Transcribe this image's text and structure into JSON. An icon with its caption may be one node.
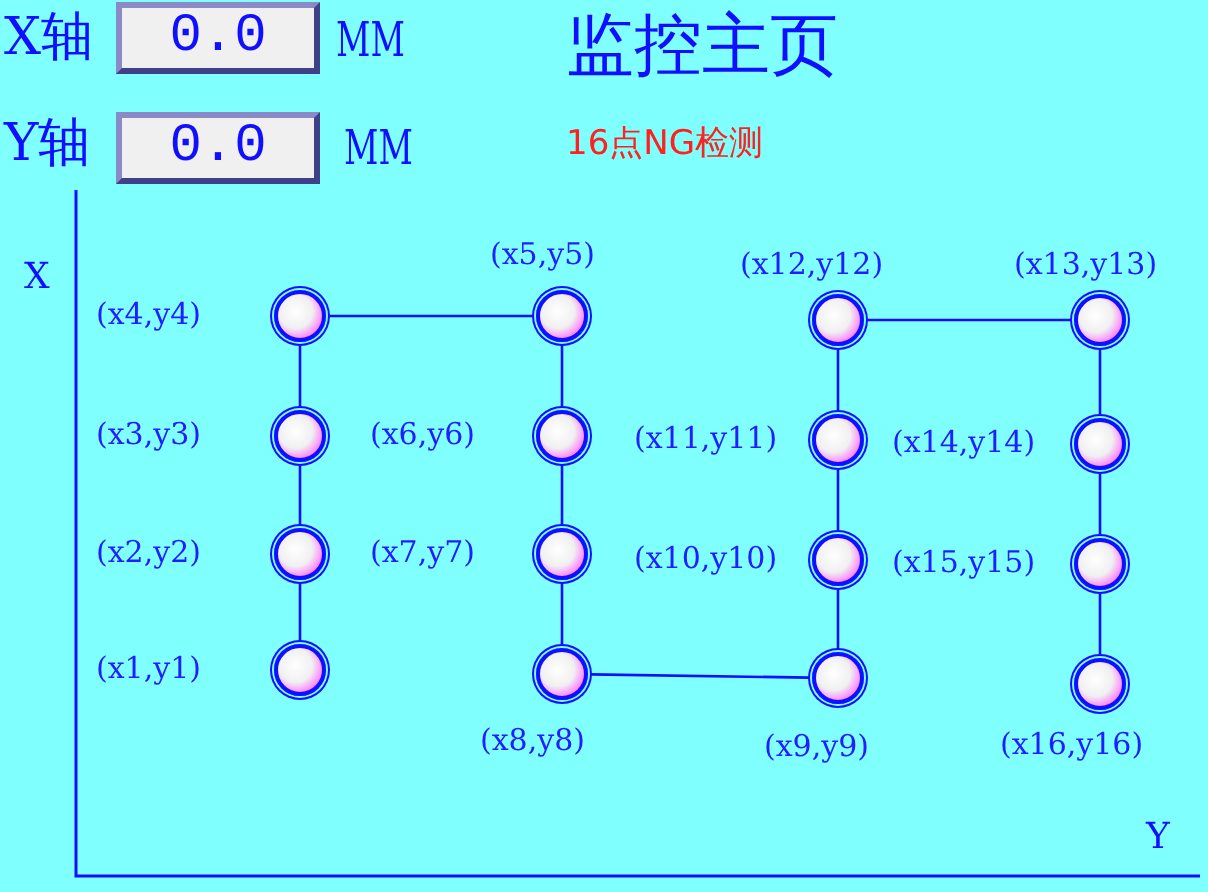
{
  "diagram": {
    "title": "监控主页",
    "nodes": [
      {
        "text": [
          "0.0"
        ]
      },
      {
        "text": [
          "0.0"
        ]
      },
      {
        "text": [],
        "shape": "circle",
        "beside": [
          "(x1,y1)"
        ]
      },
      {
        "text": [],
        "shape": "circle",
        "beside": [
          "(x2,y2)"
        ]
      },
      {
        "text": [],
        "shape": "circle",
        "beside": [
          "(x3,y3)"
        ]
      },
      {
        "text": [],
        "shape": "circle",
        "beside": [
          "(x4,y4)"
        ]
      },
      {
        "text": [],
        "shape": "circle",
        "beside": [
          "(x5,y5)"
        ]
      },
      {
        "text": [],
        "shape": "circle",
        "beside": [
          "(x6,y6)"
        ]
      },
      {
        "text": [],
        "shape": "circle",
        "beside": [
          "(x7,y7)"
        ]
      },
      {
        "text": [],
        "shape": "circle",
        "beside": [
          "(x8,y8)"
        ]
      },
      {
        "text": [],
        "shape": "circle",
        "beside": [
          "(x9,y9)"
        ]
      },
      {
        "text": [],
        "shape": "circle",
        "beside": [
          "(x10,y10)"
        ]
      },
      {
        "text": [],
        "shape": "circle",
        "beside": [
          "(x11,y11)"
        ]
      },
      {
        "text": [],
        "shape": "circle",
        "beside": [
          "(x12,y12)"
        ]
      },
      {
        "text": [],
        "shape": "circle",
        "beside": [
          "(x13,y13)"
        ]
      },
      {
        "text": [],
        "shape": "circle",
        "beside": [
          "(x14,y14)"
        ]
      },
      {
        "text": [],
        "shape": "circle",
        "beside": [
          "(x15,y15)"
        ]
      },
      {
        "text": [],
        "shape": "circle",
        "beside": [
          "(x16,y16)"
        ]
      }
    ],
    "edges": [
      {
        "from": 2,
        "to": 3,
        "arrow": "none"
      },
      {
        "from": 3,
        "to": 4,
        "arrow": "none"
      },
      {
        "from": 4,
        "to": 5,
        "arrow": "none"
      },
      {
        "from": 5,
        "to": 6,
        "arrow": "none"
      },
      {
        "from": 6,
        "to": 7,
        "arrow": "none"
      },
      {
        "from": 7,
        "to": 8,
        "arrow": "none"
      },
      {
        "from": 8,
        "to": 9,
        "arrow": "none"
      },
      {
        "from": 9,
        "to": 10,
        "arrow": "none"
      },
      {
        "from": 10,
        "to": 11,
        "arrow": "none"
      },
      {
        "from": 11,
        "to": 12,
        "arrow": "none"
      },
      {
        "from": 12,
        "to": 13,
        "arrow": "none"
      },
      {
        "from": 13,
        "to": 14,
        "arrow": "none"
      },
      {
        "from": 14,
        "to": 15,
        "arrow": "none"
      },
      {
        "from": 15,
        "to": 16,
        "arrow": "none"
      },
      {
        "from": 16,
        "to": 17,
        "arrow": "none"
      }
    ],
    "labels": [
      "X轴",
      "MM",
      "Y轴",
      "MM",
      "16点NG检测",
      "X",
      "Y"
    ]
  }
}
